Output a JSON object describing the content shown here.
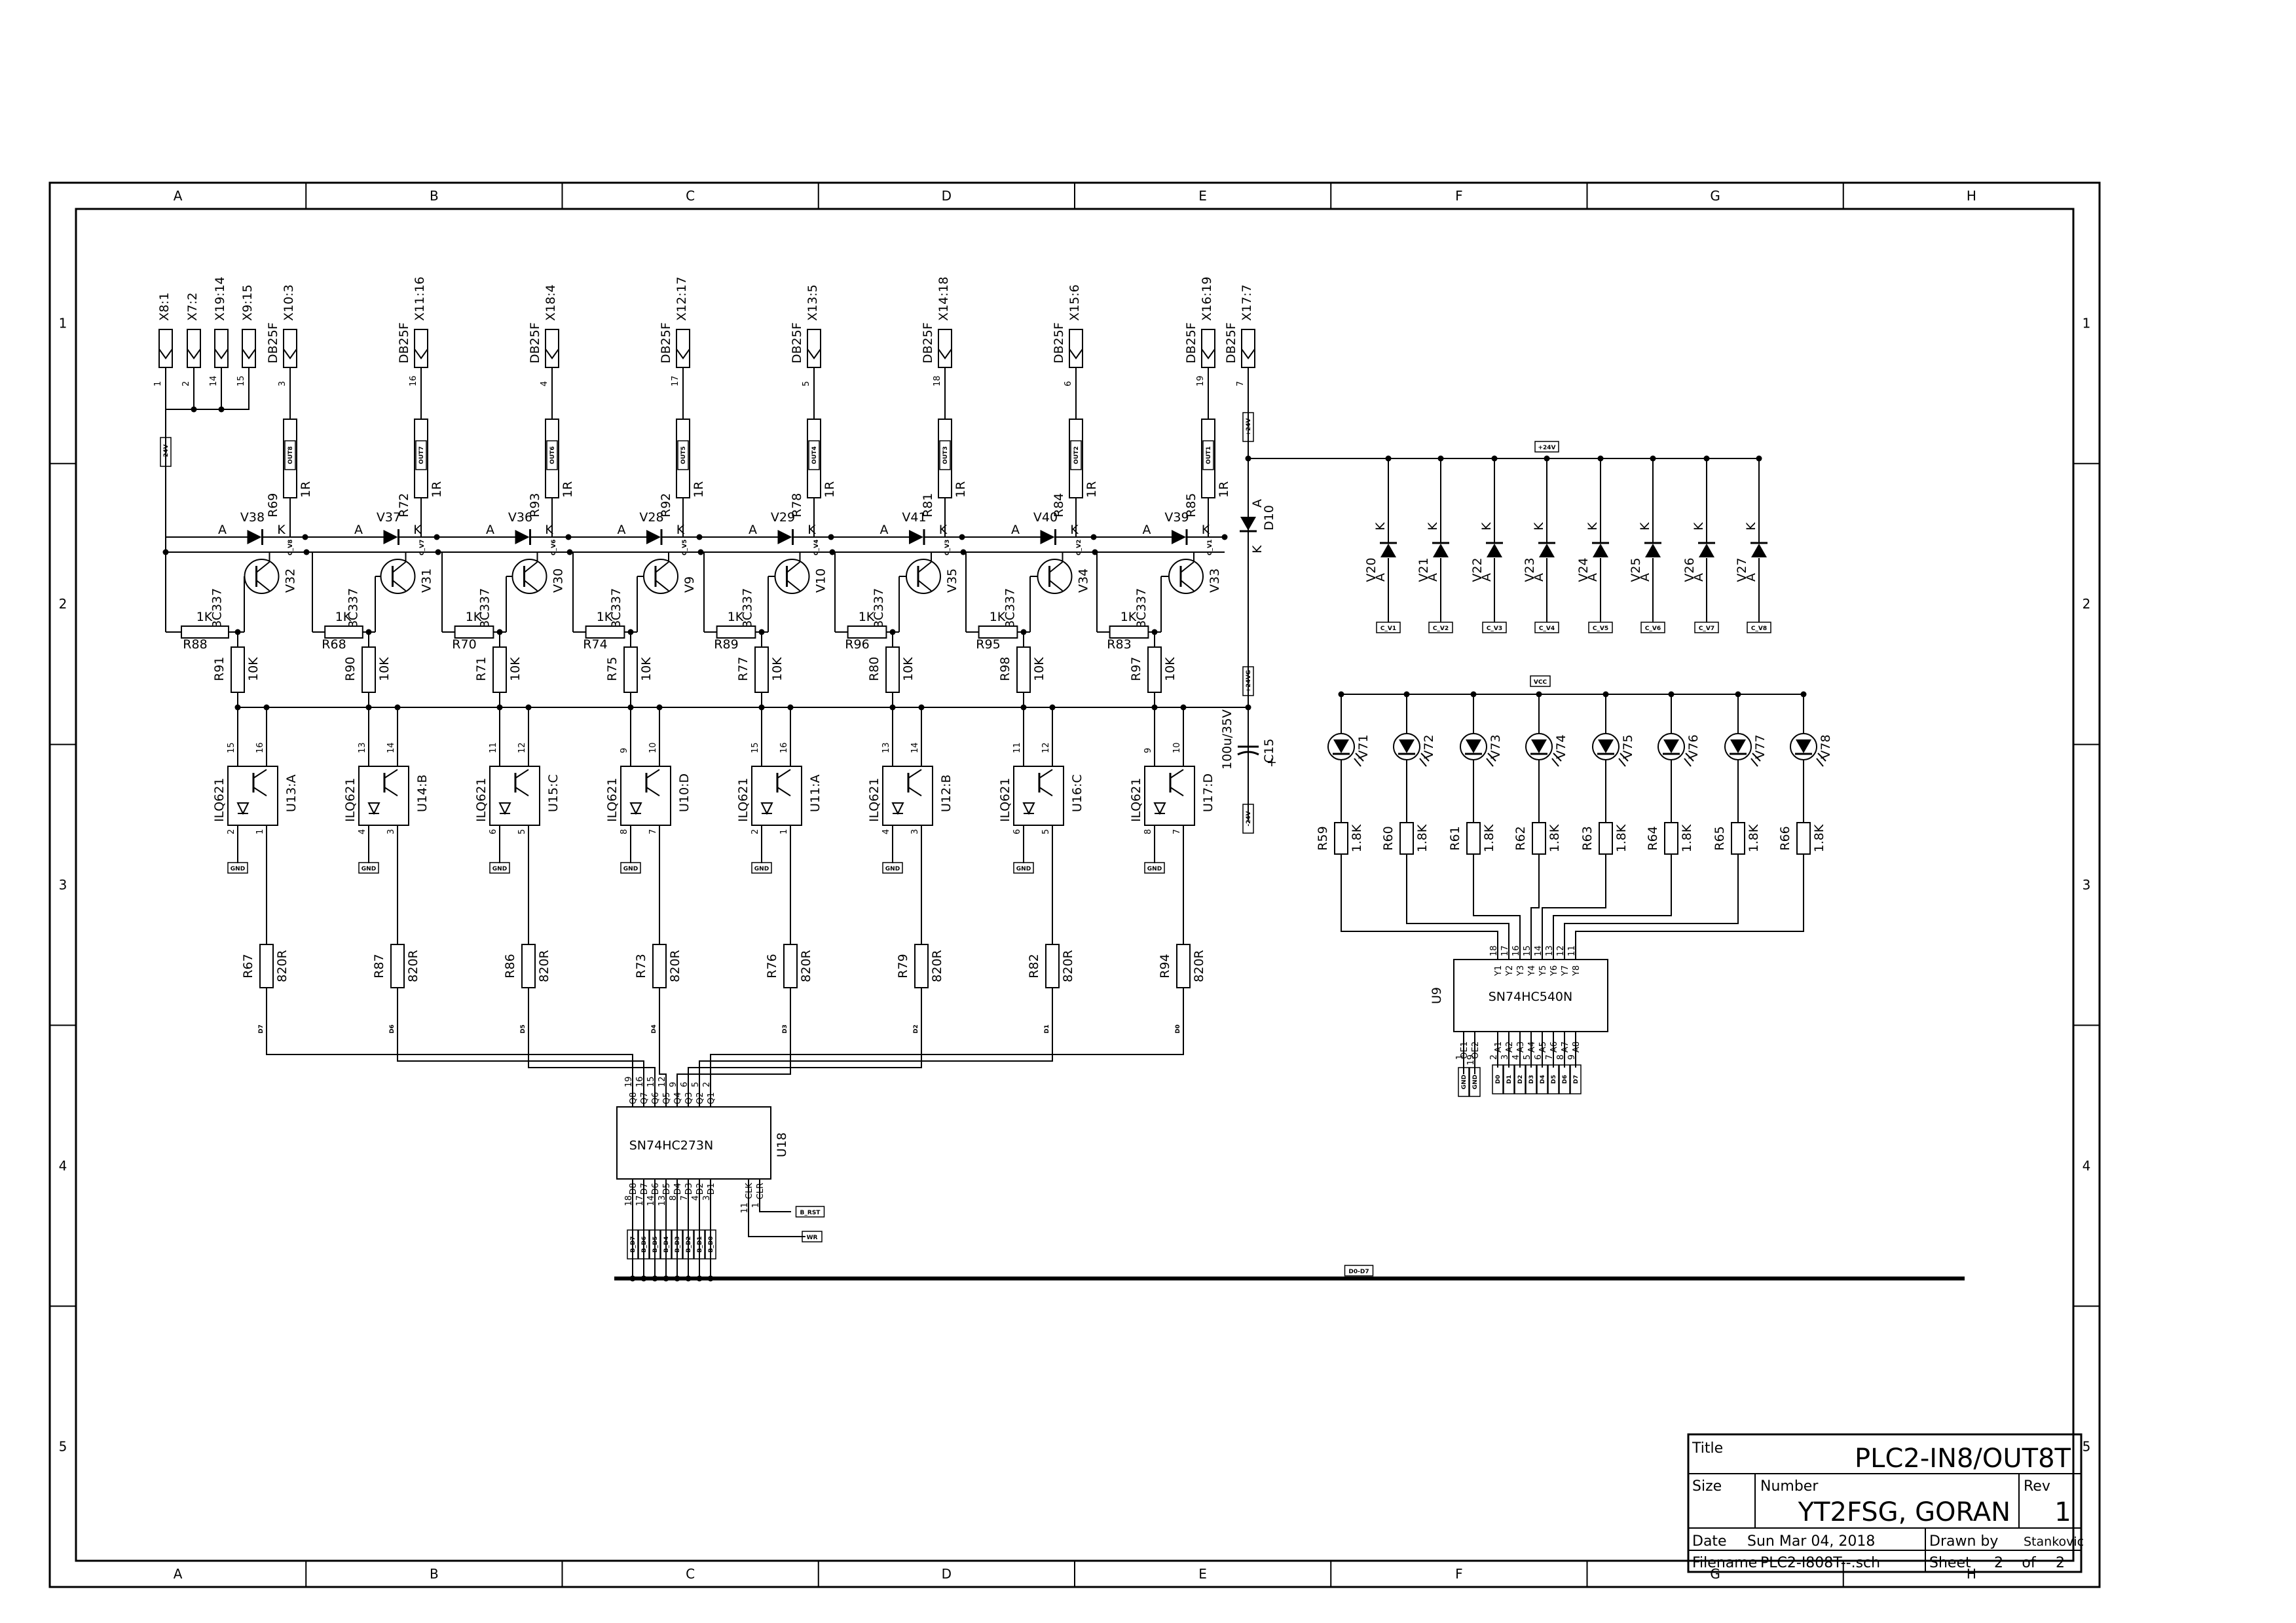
{
  "colors": {
    "ink": "#000000",
    "paper": "#ffffff"
  },
  "frame": {
    "columns": [
      "A",
      "B",
      "C",
      "D",
      "E",
      "F",
      "G",
      "H"
    ],
    "rows": [
      "1",
      "2",
      "3",
      "4",
      "5"
    ]
  },
  "connectors": [
    {
      "ref": "X8:1",
      "pin": "1"
    },
    {
      "ref": "X7:2",
      "pin": "2"
    },
    {
      "ref": "X19:14",
      "pin": "14"
    },
    {
      "ref": "X9:15",
      "pin": "15"
    },
    {
      "ref": "X10:3",
      "pin": "3",
      "type": "DB25F"
    },
    {
      "ref": "X11:16",
      "pin": "16",
      "type": "DB25F"
    },
    {
      "ref": "X18:4",
      "pin": "4",
      "type": "DB25F"
    },
    {
      "ref": "X12:17",
      "pin": "17",
      "type": "DB25F"
    },
    {
      "ref": "X13:5",
      "pin": "5",
      "type": "DB25F"
    },
    {
      "ref": "X14:18",
      "pin": "18",
      "type": "DB25F"
    },
    {
      "ref": "X15:6",
      "pin": "6",
      "type": "DB25F"
    },
    {
      "ref": "X16:19",
      "pin": "19",
      "type": "DB25F"
    },
    {
      "ref": "X17:7",
      "pin": "7",
      "type": "DB25F"
    }
  ],
  "net_tags": {
    "minus24": "-24V",
    "plus24": "+24V",
    "plus24_iso": "+24VG",
    "vcc": "VCC",
    "gnd": "GND",
    "b_rst": "B_RST",
    "wr": "WR",
    "bus": "D0-D7"
  },
  "out_tags": [
    "OUT8",
    "OUT7",
    "OUT6",
    "OUT5",
    "OUT4",
    "OUT3",
    "OUT2",
    "OUT1"
  ],
  "channels": [
    {
      "diode": "V38",
      "res1r": "R69",
      "cnet": "C_V8",
      "transistor": "V32",
      "base_res": "R88",
      "col_res": "R91",
      "opto": "U13:A",
      "opto_pins": [
        "15",
        "16",
        "2",
        "1"
      ],
      "d_res": "R67",
      "bit": "D7"
    },
    {
      "diode": "V37",
      "res1r": "R72",
      "cnet": "C_V7",
      "transistor": "V31",
      "base_res": "R68",
      "col_res": "R90",
      "opto": "U14:B",
      "opto_pins": [
        "13",
        "14",
        "4",
        "3"
      ],
      "d_res": "R87",
      "bit": "D6"
    },
    {
      "diode": "V36",
      "res1r": "R93",
      "cnet": "C_V6",
      "transistor": "V30",
      "base_res": "R70",
      "col_res": "R71",
      "opto": "U15:C",
      "opto_pins": [
        "11",
        "12",
        "6",
        "5"
      ],
      "d_res": "R86",
      "bit": "D5"
    },
    {
      "diode": "V28",
      "res1r": "R92",
      "cnet": "C_V5",
      "transistor": "V9",
      "base_res": "R74",
      "col_res": "R75",
      "opto": "U10:D",
      "opto_pins": [
        "9",
        "10",
        "8",
        "7"
      ],
      "d_res": "R73",
      "bit": "D4"
    },
    {
      "diode": "V29",
      "res1r": "R78",
      "cnet": "C_V4",
      "transistor": "V10",
      "base_res": "R89",
      "col_res": "R77",
      "opto": "U11:A",
      "opto_pins": [
        "15",
        "16",
        "2",
        "1"
      ],
      "d_res": "R76",
      "bit": "D3"
    },
    {
      "diode": "V41",
      "res1r": "R81",
      "cnet": "C_V3",
      "transistor": "V35",
      "base_res": "R96",
      "col_res": "R80",
      "opto": "U12:B",
      "opto_pins": [
        "13",
        "14",
        "4",
        "3"
      ],
      "d_res": "R79",
      "bit": "D2"
    },
    {
      "diode": "V40",
      "res1r": "R84",
      "cnet": "C_V2",
      "transistor": "V34",
      "base_res": "R95",
      "col_res": "R98",
      "opto": "U16:C",
      "opto_pins": [
        "11",
        "12",
        "6",
        "5"
      ],
      "d_res": "R82",
      "bit": "D1"
    },
    {
      "diode": "V39",
      "res1r": "R85",
      "cnet": "C_V1",
      "transistor": "V33",
      "base_res": "R83",
      "col_res": "R97",
      "opto": "U17:D",
      "opto_pins": [
        "9",
        "10",
        "8",
        "7"
      ],
      "d_res": "R94",
      "bit": "D0"
    }
  ],
  "values": {
    "r1": "1R",
    "r1k": "1K",
    "r10k": "10K",
    "r820": "820R",
    "r18k": "1.8K",
    "bc337": "BC337",
    "ilq621": "ILQ621",
    "cap": "100u/35V",
    "cap_plus": "+"
  },
  "pin_letters": {
    "anode": "A",
    "cathode": "K"
  },
  "d10": "D10",
  "c15": "C15",
  "clamp_diodes": [
    {
      "ref": "V20",
      "net": "C_V1"
    },
    {
      "ref": "V21",
      "net": "C_V2"
    },
    {
      "ref": "V22",
      "net": "C_V3"
    },
    {
      "ref": "V23",
      "net": "C_V4"
    },
    {
      "ref": "V24",
      "net": "C_V5"
    },
    {
      "ref": "V25",
      "net": "C_V6"
    },
    {
      "ref": "V26",
      "net": "C_V7"
    },
    {
      "ref": "V27",
      "net": "C_V8"
    }
  ],
  "leds": [
    {
      "ref": "V71",
      "res": "R59"
    },
    {
      "ref": "V72",
      "res": "R60"
    },
    {
      "ref": "V73",
      "res": "R61"
    },
    {
      "ref": "V74",
      "res": "R62"
    },
    {
      "ref": "V75",
      "res": "R63"
    },
    {
      "ref": "V76",
      "res": "R64"
    },
    {
      "ref": "V77",
      "res": "R65"
    },
    {
      "ref": "V78",
      "res": "R66"
    }
  ],
  "u9": {
    "ref": "U9",
    "part": "SN74HC540N",
    "out_pins": [
      {
        "n": "Y1",
        "p": "18"
      },
      {
        "n": "Y2",
        "p": "17"
      },
      {
        "n": "Y3",
        "p": "16"
      },
      {
        "n": "Y4",
        "p": "15"
      },
      {
        "n": "Y5",
        "p": "14"
      },
      {
        "n": "Y6",
        "p": "13"
      },
      {
        "n": "Y7",
        "p": "12"
      },
      {
        "n": "Y8",
        "p": "11"
      }
    ],
    "oe_pins": [
      {
        "n": "OE1",
        "p": "1"
      },
      {
        "n": "OE2",
        "p": "19"
      }
    ],
    "in_pins": [
      {
        "n": "A1",
        "p": "2"
      },
      {
        "n": "A2",
        "p": "3"
      },
      {
        "n": "A3",
        "p": "4"
      },
      {
        "n": "A4",
        "p": "5"
      },
      {
        "n": "A5",
        "p": "6"
      },
      {
        "n": "A6",
        "p": "7"
      },
      {
        "n": "A7",
        "p": "8"
      },
      {
        "n": "A8",
        "p": "9"
      }
    ],
    "in_tags": [
      "D0",
      "D1",
      "D2",
      "D3",
      "D4",
      "D5",
      "D6",
      "D7"
    ]
  },
  "u18": {
    "ref": "U18",
    "part": "SN74HC273N",
    "q_pins": [
      {
        "n": "Q8",
        "p": "19"
      },
      {
        "n": "Q7",
        "p": "16"
      },
      {
        "n": "Q6",
        "p": "15"
      },
      {
        "n": "Q5",
        "p": "12"
      },
      {
        "n": "Q4",
        "p": "9"
      },
      {
        "n": "Q3",
        "p": "6"
      },
      {
        "n": "Q2",
        "p": "5"
      },
      {
        "n": "Q1",
        "p": "2"
      }
    ],
    "d_pins": [
      {
        "n": "D8",
        "p": "18"
      },
      {
        "n": "D7",
        "p": "17"
      },
      {
        "n": "D6",
        "p": "14"
      },
      {
        "n": "D5",
        "p": "13"
      },
      {
        "n": "D4",
        "p": "8"
      },
      {
        "n": "D3",
        "p": "7"
      },
      {
        "n": "D2",
        "p": "4"
      },
      {
        "n": "D1",
        "p": "3"
      }
    ],
    "clk": {
      "n": "CLK",
      "p": "11"
    },
    "clr": {
      "n": "CLR",
      "p": "1"
    },
    "bus_tags": [
      "B_D7",
      "B_D6",
      "B_D5",
      "B_D4",
      "B_D3",
      "B_D2",
      "B_D1",
      "B_D0"
    ]
  },
  "title_block": {
    "title_label": "Title",
    "title": "PLC2-IN8/OUT8T",
    "size_label": "Size",
    "number_label": "Number",
    "number": "YT2FSG, GORAN",
    "rev_label": "Rev",
    "rev": "1",
    "date_label": "Date",
    "date": "Sun Mar 04, 2018",
    "drawn_label": "Drawn by",
    "drawn": "Stankovic",
    "filename_label": "Filename",
    "filename": "PLC2-I808T--.sch",
    "sheet_label": "Sheet",
    "sheet": "2",
    "of_label": "of",
    "sheets": "2"
  }
}
